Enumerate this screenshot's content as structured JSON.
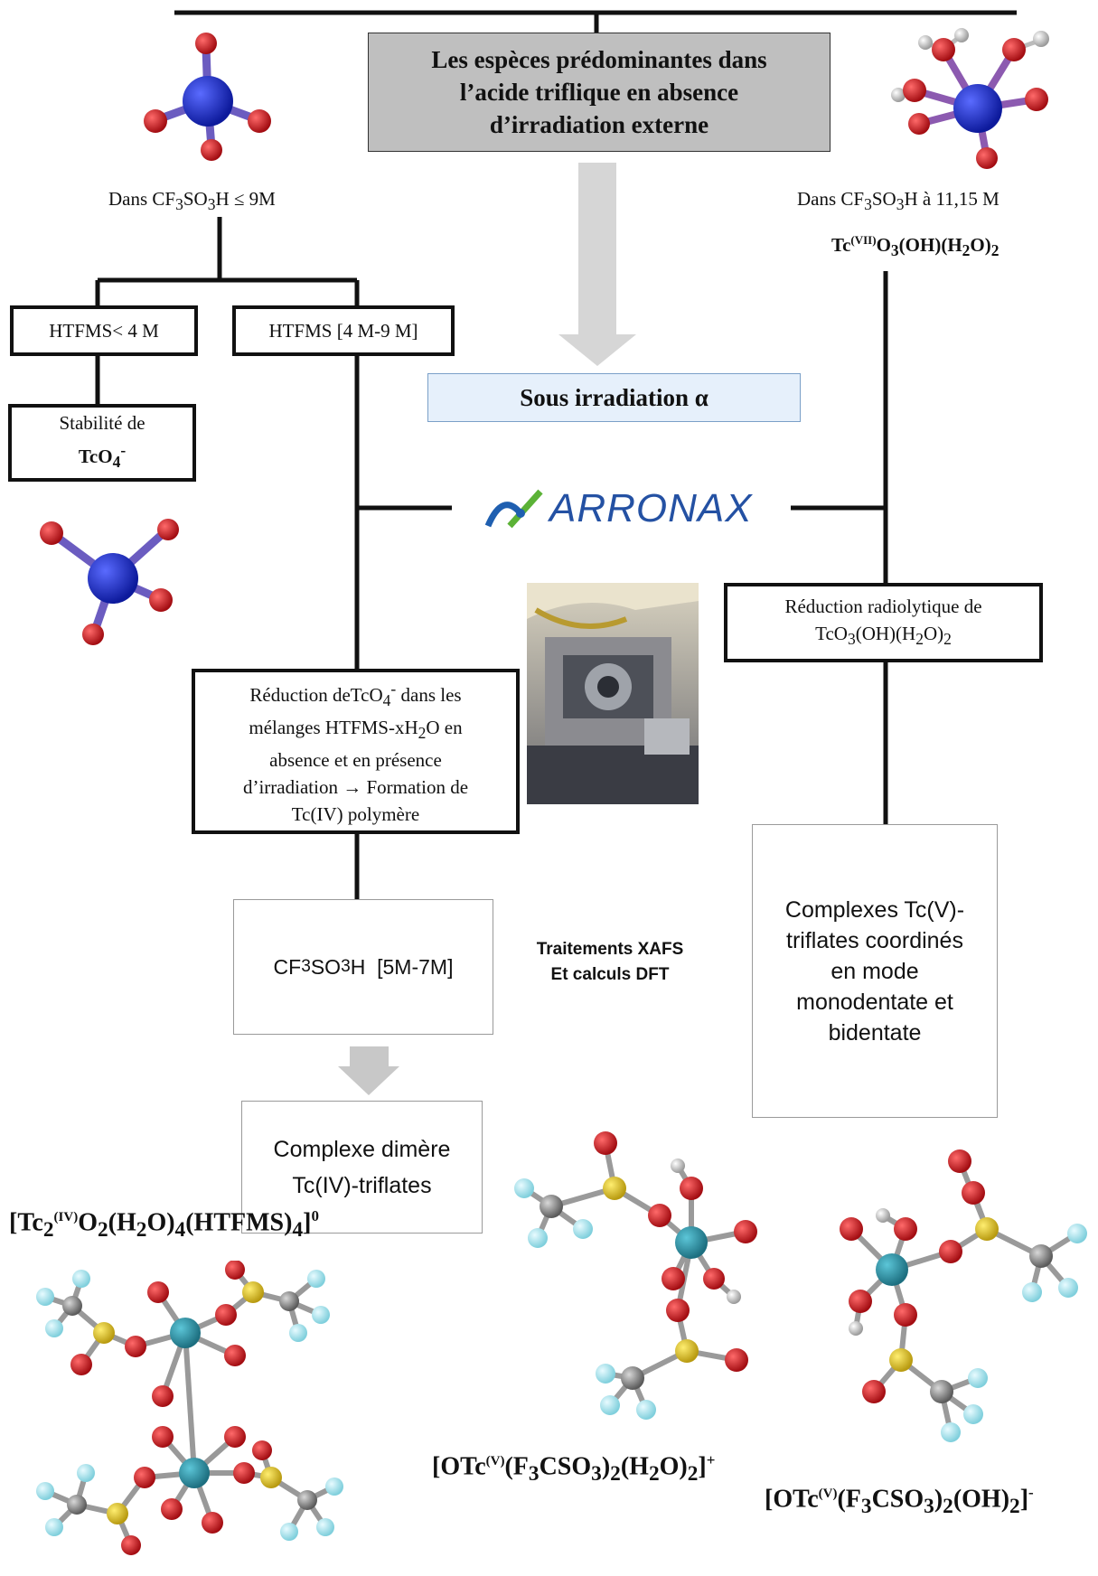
{
  "title_box": {
    "line1": "Les espèces prédominantes dans",
    "line2": "l’acide triflique en absence",
    "line3": "d’irradiation externe"
  },
  "left_condition": {
    "prefix": "Dans CF",
    "sub1": "3",
    "mid": "SO",
    "sub2": "3",
    "suffix": "H ≤  9M"
  },
  "right_condition": {
    "prefix": "Dans CF",
    "sub1": "3",
    "mid": "SO",
    "sub2": "3",
    "suffix": "H à 11,15 M"
  },
  "right_species": {
    "a": "Tc",
    "sup": "(VII)",
    "b": "O",
    "s1": "3",
    "c": "(OH)(H",
    "s2": "2",
    "d": "O)",
    "s3": "2"
  },
  "htfms_low": "HTFMS< 4 M",
  "htfms_mid": "HTFMS [4 M-9 M]",
  "stability": {
    "line1": "Stabilité de",
    "b": "TcO",
    "sub": "4",
    "sup": "-"
  },
  "irradiation_label": "Sous irradiation α",
  "logo_text": "ARRONAX",
  "reduction_right": {
    "line1": "Réduction radiolytique de",
    "a": "TcO",
    "s1": "3",
    "b": "(OH)(H",
    "s2": "2",
    "c": "O)",
    "s3": "2"
  },
  "reduction_left": {
    "l1a": "Réduction deTcO",
    "l1sub": "4",
    "l1sup": "-",
    "l1b": " dans les",
    "l2a": "mélanges HTFMS-xH",
    "l2sub": "2",
    "l2b": "O en",
    "line3": "absence et en présence",
    "line4": "d’irradiation → Formation de",
    "line5": "Tc(IV) polymère"
  },
  "acid_range": {
    "a": "CF",
    "s1": "3",
    "b": "SO",
    "s2": "3",
    "c": "H  [5M-7M]"
  },
  "methods": {
    "line1": "Traitements XAFS",
    "line2": "Et calculs DFT"
  },
  "complex_v": {
    "line1": "Complexes Tc(V)-",
    "line2": "triflates coordinés",
    "line3": "en mode",
    "line4": "monodentate et",
    "line5": "bidentate"
  },
  "dimer": {
    "line1": "Complexe dimère",
    "line2": "Tc(IV)-triflates"
  },
  "formula_dimer": {
    "a": "[Tc",
    "s1": "2",
    "sup1": "(IV)",
    "b": "O",
    "s2": "2",
    "c": "(H",
    "s3": "2",
    "d": "O)",
    "s4": "4",
    "e": "(HTFMS)",
    "s5": "4",
    "f": "]",
    "sup2": "0"
  },
  "formula_cation": {
    "a": "[OTc",
    "sup1": "(V)",
    "b": "(F",
    "s1": "3",
    "c": "CSO",
    "s2": "3",
    "d": ")",
    "s3": "2",
    "e": "(H",
    "s4": "2",
    "f": "O)",
    "s5": "2",
    "g": "]",
    "sup2": "+"
  },
  "formula_anion": {
    "a": "[OTc",
    "sup1": "(V)",
    "b": "(F",
    "s1": "3",
    "c": "CSO",
    "s2": "3",
    "d": ")",
    "s3": "2",
    "e": "(OH)",
    "s4": "2",
    "f": "]",
    "sup2": "-"
  },
  "colors": {
    "tc": "#1b2fd8",
    "o": "#d4121a",
    "s": "#e3c21c",
    "c": "#8a8a8a",
    "f": "#a8e4ee",
    "h": "#ededed",
    "tc_complex": "#2a93a6",
    "gray_box": "#bfbfbf",
    "blue_box": "#e6f0fb",
    "arrow": "#d0d0d0"
  }
}
